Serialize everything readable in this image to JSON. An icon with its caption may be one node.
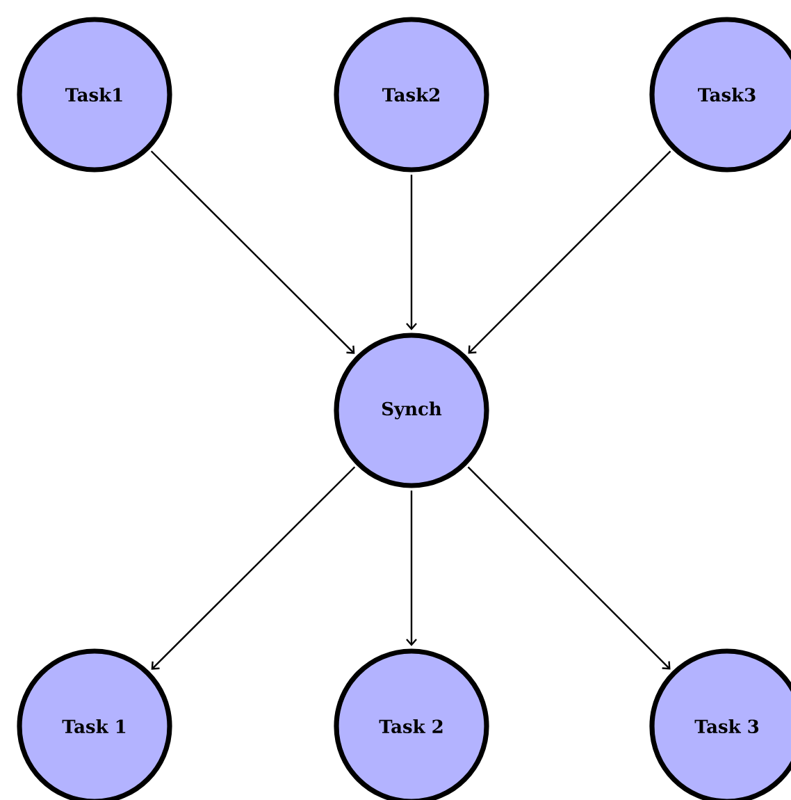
{
  "diagram": {
    "nodes": [
      {
        "text": [
          "Task1"
        ]
      },
      {
        "text": [
          "Task2"
        ]
      },
      {
        "text": [
          "Task3"
        ]
      },
      {
        "text": [
          "Synch"
        ]
      },
      {
        "text": [
          "Task 1"
        ]
      },
      {
        "text": [
          "Task 2"
        ]
      },
      {
        "text": [
          "Task 3"
        ]
      }
    ],
    "edges": [
      {
        "from": 0,
        "to": 3,
        "arrow": "to"
      },
      {
        "from": 1,
        "to": 3,
        "arrow": "to"
      },
      {
        "from": 2,
        "to": 3,
        "arrow": "to"
      },
      {
        "from": 3,
        "to": 4,
        "arrow": "to"
      },
      {
        "from": 3,
        "to": 5,
        "arrow": "to"
      },
      {
        "from": 3,
        "to": 6,
        "arrow": "to"
      }
    ]
  }
}
